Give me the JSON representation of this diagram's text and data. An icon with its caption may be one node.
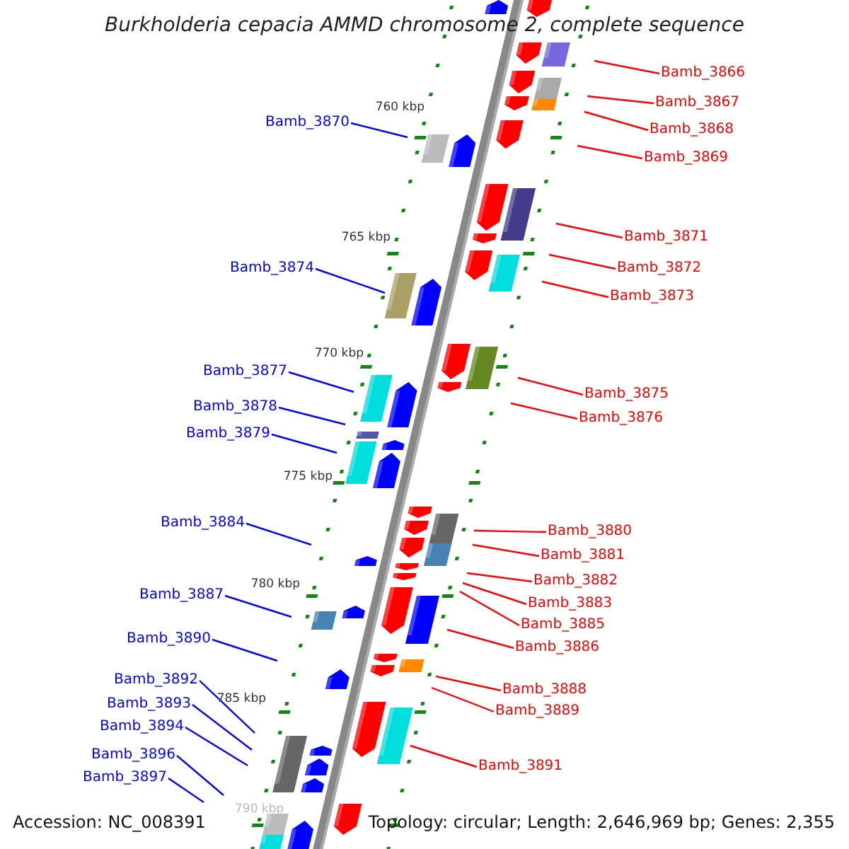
{
  "diagram": {
    "title": "Burkholderia cepacia AMMD chromosome 2, complete sequence",
    "nodes": [
      {
        "text": [
          "Bamb_3866"
        ]
      },
      {
        "text": [
          "Bamb_3867"
        ]
      },
      {
        "text": [
          "Bamb_3870"
        ]
      },
      {
        "text": [
          "Bamb_3868"
        ]
      },
      {
        "text": [
          "Bamb_3869"
        ]
      },
      {
        "text": [
          "Bamb_3871"
        ]
      },
      {
        "text": [
          "Bamb_3874"
        ]
      },
      {
        "text": [
          "Bamb_3872"
        ]
      },
      {
        "text": [
          "Bamb_3873"
        ]
      },
      {
        "text": [
          "Bamb_3877"
        ]
      },
      {
        "text": [
          "Bamb_3875"
        ]
      },
      {
        "text": [
          "Bamb_3878"
        ]
      },
      {
        "text": [
          "Bamb_3876"
        ]
      },
      {
        "text": [
          "Bamb_3879"
        ]
      },
      {
        "text": [
          "Bamb_3884"
        ]
      },
      {
        "text": [
          "Bamb_3880"
        ]
      },
      {
        "text": [
          "Bamb_3881"
        ]
      },
      {
        "text": [
          "Bamb_3882"
        ]
      },
      {
        "text": [
          "Bamb_3887"
        ]
      },
      {
        "text": [
          "Bamb_3883"
        ]
      },
      {
        "text": [
          "Bamb_3885"
        ]
      },
      {
        "text": [
          "Bamb_3890"
        ]
      },
      {
        "text": [
          "Bamb_3886"
        ]
      },
      {
        "text": [
          "Bamb_3892"
        ]
      },
      {
        "text": [
          "Bamb_3888"
        ]
      },
      {
        "text": [
          "Bamb_3893"
        ]
      },
      {
        "text": [
          "Bamb_3889"
        ]
      },
      {
        "text": [
          "Bamb_3894"
        ]
      },
      {
        "text": [
          "Bamb_3896"
        ]
      },
      {
        "text": [
          "Bamb_3891"
        ]
      },
      {
        "text": [
          "Bamb_3897"
        ]
      }
    ],
    "edges": [
      {
        "from": 0,
        "to": null,
        "arrow": "none"
      },
      {
        "from": 1,
        "to": null,
        "arrow": "none"
      },
      {
        "from": 2,
        "to": null,
        "arrow": "none",
        "color": "#0000ff"
      },
      {
        "from": 3,
        "to": null,
        "arrow": "none"
      },
      {
        "from": 4,
        "to": null,
        "arrow": "none"
      },
      {
        "from": 5,
        "to": null,
        "arrow": "none"
      },
      {
        "from": 6,
        "to": null,
        "arrow": "none",
        "color": "#0000ff"
      },
      {
        "from": 7,
        "to": null,
        "arrow": "none"
      },
      {
        "from": 8,
        "to": null,
        "arrow": "none"
      },
      {
        "from": 9,
        "to": null,
        "arrow": "none",
        "color": "#0000ff"
      },
      {
        "from": 10,
        "to": null,
        "arrow": "none"
      },
      {
        "from": 11,
        "to": null,
        "arrow": "none",
        "color": "#0000ff"
      },
      {
        "from": 12,
        "to": null,
        "arrow": "none"
      },
      {
        "from": 13,
        "to": null,
        "arrow": "none",
        "color": "#0000ff"
      },
      {
        "from": 14,
        "to": null,
        "arrow": "none",
        "color": "#0000ff"
      },
      {
        "from": 15,
        "to": null,
        "arrow": "none"
      },
      {
        "from": 16,
        "to": null,
        "arrow": "none"
      },
      {
        "from": 17,
        "to": null,
        "arrow": "none"
      },
      {
        "from": 18,
        "to": null,
        "arrow": "none",
        "color": "#0000ff"
      },
      {
        "from": 19,
        "to": null,
        "arrow": "none"
      },
      {
        "from": 20,
        "to": null,
        "arrow": "none"
      },
      {
        "from": 21,
        "to": null,
        "arrow": "none",
        "color": "#0000ff"
      },
      {
        "from": 22,
        "to": null,
        "arrow": "none"
      },
      {
        "from": 23,
        "to": null,
        "arrow": "none",
        "color": "#0000ff"
      },
      {
        "from": 24,
        "to": null,
        "arrow": "none"
      },
      {
        "from": 25,
        "to": null,
        "arrow": "none",
        "color": "#0000ff"
      },
      {
        "from": 26,
        "to": null,
        "arrow": "none"
      },
      {
        "from": 27,
        "to": null,
        "arrow": "none",
        "color": "#0000ff"
      },
      {
        "from": 28,
        "to": null,
        "arrow": "none",
        "color": "#0000ff"
      },
      {
        "from": 29,
        "to": null,
        "arrow": "none"
      },
      {
        "from": 30,
        "to": null,
        "arrow": "none",
        "color": "#0000ff"
      }
    ],
    "labels": [
      "760 kbp",
      "765 kbp",
      "770 kbp",
      "775 kbp",
      "780 kbp",
      "785 kbp",
      "790 kbp",
      "Accession: NC_008391",
      "Topology: circular; Length: 2,646,969 bp; Genes: 2,355"
    ]
  }
}
